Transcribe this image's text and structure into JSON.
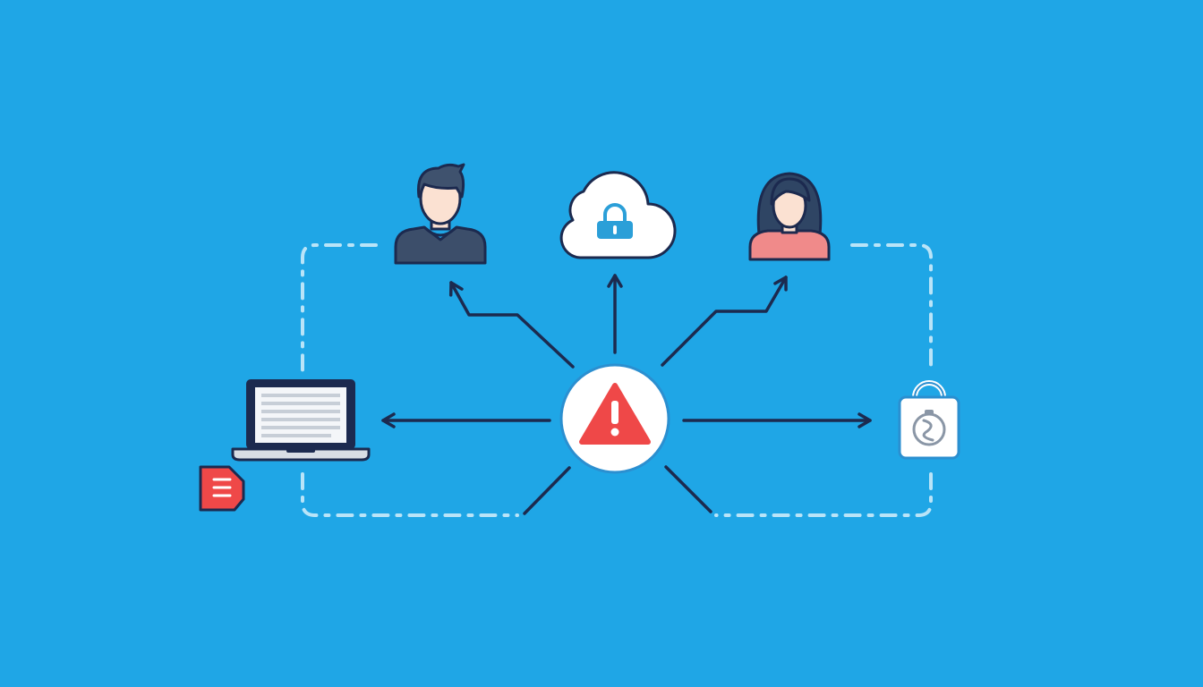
{
  "colors": {
    "background": "#1fa6e6",
    "stroke": "#1c2a4f",
    "dashed": "#b9e4f8",
    "alert": "#ef4848",
    "alert_ring": "#2b8fd0",
    "male_shirt": "#3c4e6a",
    "male_hair": "#3f526e",
    "female_shirt": "#f08a8a",
    "female_hair": "#2f4564",
    "skin": "#fbe1d2",
    "cloud": "#ffffff",
    "lock": "#2b9fd8",
    "screen_line": "#c7ced7",
    "document": "#ef4848",
    "bag": "#ffffff"
  },
  "nodes": [
    {
      "id": "center",
      "icon": "warning-icon"
    },
    {
      "id": "top-left",
      "icon": "male-user-icon"
    },
    {
      "id": "top",
      "icon": "cloud-lock-icon"
    },
    {
      "id": "top-right",
      "icon": "female-user-icon"
    },
    {
      "id": "left",
      "icon": "laptop-icon"
    },
    {
      "id": "right",
      "icon": "secure-bag-icon"
    },
    {
      "id": "bottom-left-doc",
      "icon": "document-icon"
    }
  ]
}
